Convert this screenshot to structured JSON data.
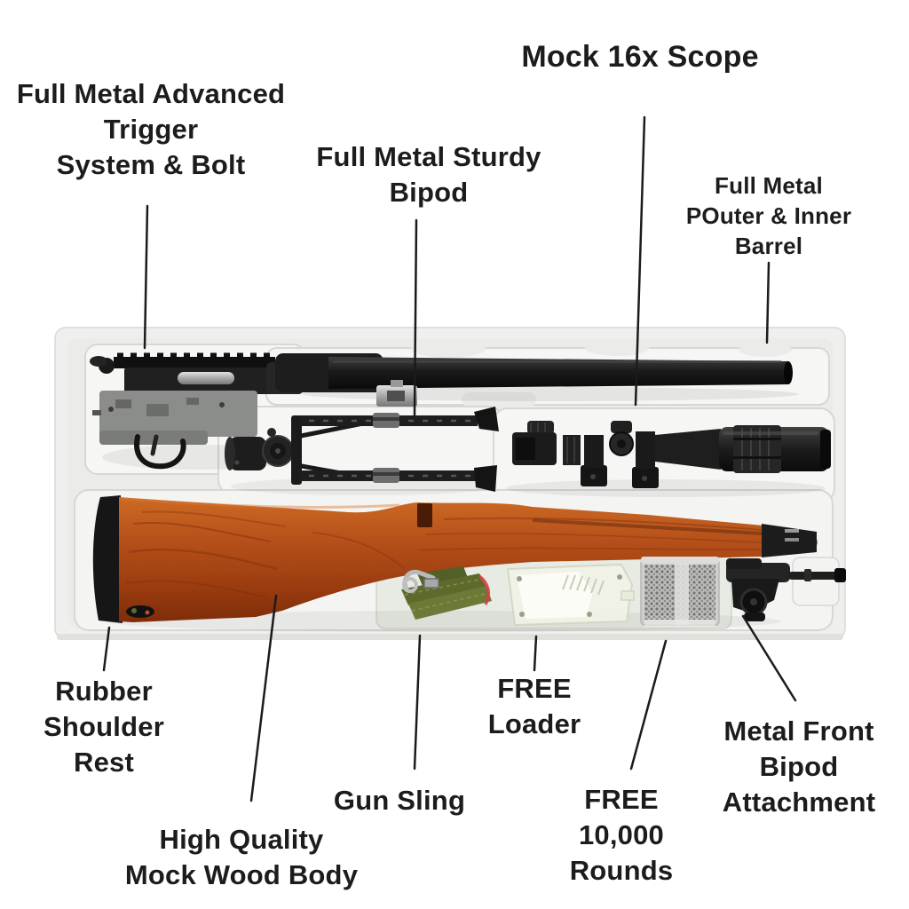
{
  "figure": {
    "type": "annotated-product-photo",
    "subject": "airsoft sniper rifle kit in foam case"
  },
  "colors": {
    "background": "#ffffff",
    "label_text": "#1c1c1c",
    "leader_line": "#1b1b1b",
    "foam": "#efefed",
    "foam_recess": "#f6f6f4",
    "accessory_channel": "#e7ebe3",
    "metal_black": "#1b1b1b",
    "metal_silver": "#a8a8a8",
    "wood": "#b5501a",
    "sling_green": "#62702f",
    "loader_clear": "#f1f3e8",
    "bb_gray": "#8a8a88"
  },
  "callouts": [
    {
      "id": "trigger-system",
      "lines": [
        "Full Metal Advanced",
        "Trigger",
        "System & Bolt"
      ]
    },
    {
      "id": "sturdy-bipod",
      "lines": [
        "Full Metal Sturdy",
        "Bipod"
      ]
    },
    {
      "id": "mock-scope",
      "lines": [
        "Mock 16x Scope"
      ]
    },
    {
      "id": "barrel",
      "lines": [
        "Full Metal",
        "POuter & Inner",
        "Barrel"
      ]
    },
    {
      "id": "shoulder-rest",
      "lines": [
        "Rubber",
        "Shoulder",
        "Rest"
      ]
    },
    {
      "id": "wood-body",
      "lines": [
        "High Quality",
        "Mock Wood Body"
      ]
    },
    {
      "id": "gun-sling",
      "lines": [
        "Gun Sling"
      ]
    },
    {
      "id": "free-loader",
      "lines": [
        "FREE",
        "Loader"
      ]
    },
    {
      "id": "free-rounds",
      "lines": [
        "FREE",
        "10,000",
        "Rounds"
      ]
    },
    {
      "id": "bipod-attachment",
      "lines": [
        "Metal Front",
        "Bipod",
        "Attachment"
      ]
    }
  ]
}
